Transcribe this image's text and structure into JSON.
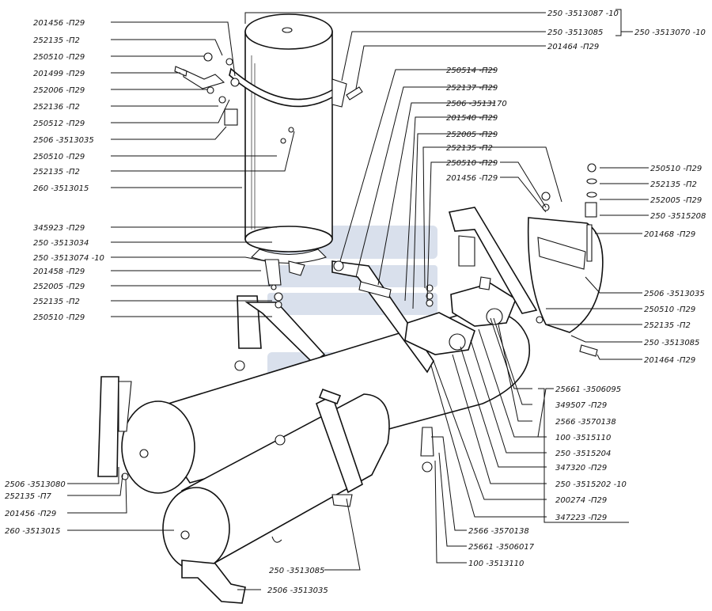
{
  "labels": {
    "l_201456_a": "201456 -П29",
    "l_252135_a": "252135 -П2",
    "l_250510_a": "250510 -П29",
    "l_201499": "201499 -П29",
    "l_252006": "252006 -П29",
    "l_252136": "252136 -П2",
    "l_250512": "250512 -П29",
    "l_2506_3513035_a": "2506 -3513035",
    "l_250510_b": "250510 -П29",
    "l_252135_b": "252135 -П2",
    "l_260_3513015_a": "260 -3513015",
    "l_345923": "345923 -П29",
    "l_250_3513034": "250 -3513034",
    "l_250_3513074": "250 -3513074 -10",
    "l_201458": "201458 -П29",
    "l_252005_a": "252005 -П29",
    "l_252135_c": "252135 -П2",
    "l_250510_c": "250510 -П29",
    "l_2506_3513080": "2506 -3513080",
    "l_252135_d": "252135 -П7",
    "l_201456_b": "201456 -П29",
    "l_260_3513015_b": "260 -3513015",
    "l_250_3513087": "250 -3513087 -10",
    "l_250_3513085_a": "250 -3513085",
    "l_250_3513070": "250 -3513070 -10",
    "l_201464_a": "201464 -П29",
    "l_250514": "250514 -П29",
    "l_252137": "252137 -П29",
    "l_2506_3513170": "2506 -3513170",
    "l_201540": "201540 -П29",
    "l_252005_b": "252005 -П29",
    "l_252135_e": "252135 -П2",
    "l_250510_d": "250510 -П29",
    "l_201456_c": "201456 -П29",
    "l_250510_e": "250510 -П29",
    "l_252135_f": "252135 -П2",
    "l_252005_c": "252005 -П29",
    "l_250_3515208": "250 -3515208",
    "l_201468": "201468 -П29",
    "l_2506_3513035_b": "2506 -3513035",
    "l_250510_f": "250510 -П29",
    "l_252135_g": "252135 -П2",
    "l_250_3513085_b": "250 -3513085",
    "l_201464_b": "201464 -П29",
    "l_25661_3506095": "25661 -3506095",
    "l_349507": "349507 -П29",
    "l_2566_3570138_a": "2566 -3570138",
    "l_100_3515110": "100 -3515110",
    "l_250_3515204": "250 -3515204",
    "l_347320": "347320 -П29",
    "l_250_3515202": "250 -3515202 -10",
    "l_200274": "200274 -П29",
    "l_347223": "347223 -П29",
    "l_2566_3570138_b": "2566 -3570138",
    "l_25661_3506017": "25661 -3506017",
    "l_100_3513110": "100 -3513110",
    "l_250_3513085_c": "250 -3513085",
    "l_2506_3513035_c": "2506 -3513035"
  }
}
